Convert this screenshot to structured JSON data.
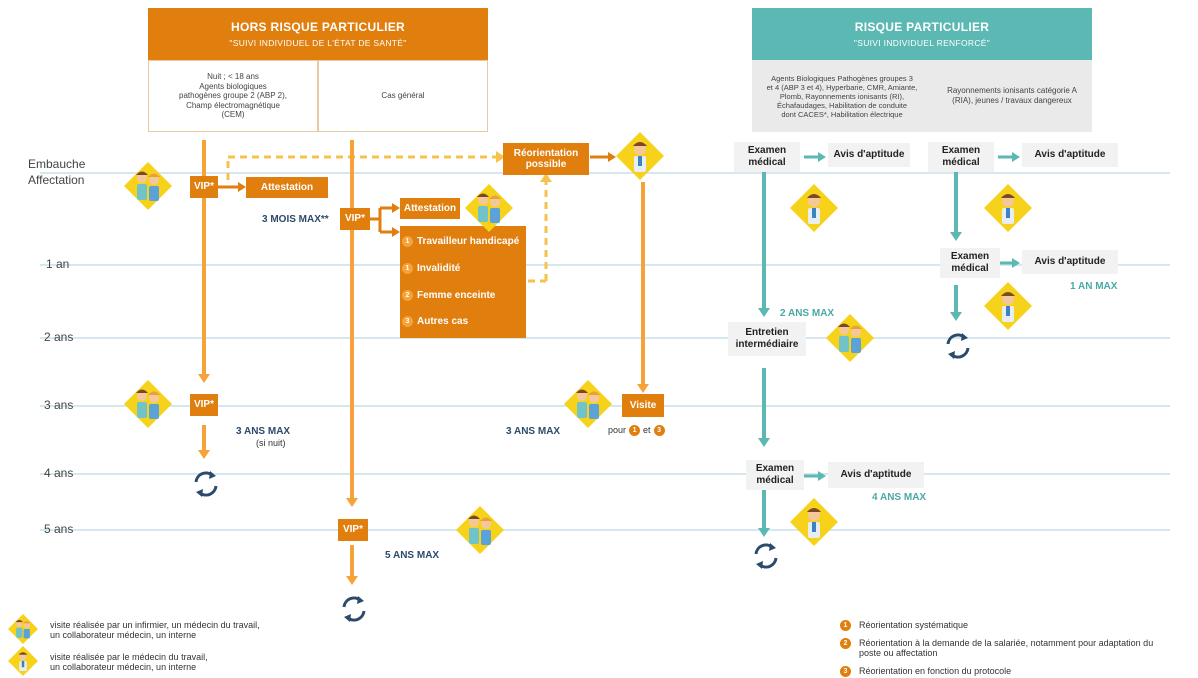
{
  "left_header": {
    "title": "HORS RISQUE PARTICULIER",
    "subtitle": "\"SUIVI INDIVIDUEL DE L'ÉTAT DE SANTÉ\""
  },
  "left_cells": {
    "col1": "Nuit ; < 18 ans\nAgents biologiques\npathogènes groupe 2 (ABP 2),\nChamp électromagnétique\n(CEM)",
    "col2": "Cas général"
  },
  "right_header": {
    "title": "RISQUE PARTICULIER",
    "subtitle": "\"SUIVI INDIVIDUEL RENFORCÉ\""
  },
  "right_cells": {
    "col1": "Agents Biologiques Pathogènes groupes 3\net 4 (ABP 3 et 4), Hyperbarie, CMR, Amiante,\nPlomb, Rayonnements ionisants (RI),\nÉchafaudages, Habilitation de conduite\ndont CACES*, Habilitation électrique",
    "col2": "Rayonnements ionisants catégorie A\n(RIA), jeunes / travaux dangereux"
  },
  "timeline": [
    "Embauche\nAffectation",
    "1 an",
    "2 ans",
    "3 ans",
    "4 ans",
    "5 ans"
  ],
  "left_flow": {
    "vip": "VIP*",
    "attestation": "Attestation",
    "mois_max": "3 MOIS MAX**",
    "ans_max_3": "3 ANS MAX",
    "si_nuit": "(si nuit)",
    "ans_max_5": "5 ANS MAX",
    "reorientation": "Réorientation\npossible",
    "visite": "Visite",
    "pour": "pour",
    "et": "et",
    "list": [
      {
        "num": "1",
        "label": "Travailleur handicapé"
      },
      {
        "num": "1",
        "label": "Invalidité"
      },
      {
        "num": "2",
        "label": "Femme enceinte"
      },
      {
        "num": "3",
        "label": "Autres cas"
      }
    ],
    "visite_num1": "1",
    "visite_num3": "3"
  },
  "right_flow": {
    "examen": "Examen\nmédical",
    "avis": "Avis d'aptitude",
    "entretien": "Entretien\nintermédiaire",
    "ans_max_2": "2 ANS MAX",
    "an_max_1": "1 AN MAX",
    "ans_max_4": "4 ANS MAX"
  },
  "legend_left": [
    "visite réalisée par un infirmier, un médecin du travail,\nun collaborateur médecin, un interne",
    "visite réalisée par le médecin du travail,\nun collaborateur médecin, un interne"
  ],
  "legend_right": [
    {
      "num": "1",
      "label": "Réorientation systématique"
    },
    {
      "num": "2",
      "label": "Réorientation à la demande de la salariée, notamment pour adaptation du\nposte ou affectation"
    },
    {
      "num": "3",
      "label": "Réorientation en fonction du protocole"
    }
  ],
  "colors": {
    "orange": "#e07e0e",
    "light_orange": "#f5a339",
    "teal": "#5bb8b2",
    "navy": "#2c4a6b"
  }
}
